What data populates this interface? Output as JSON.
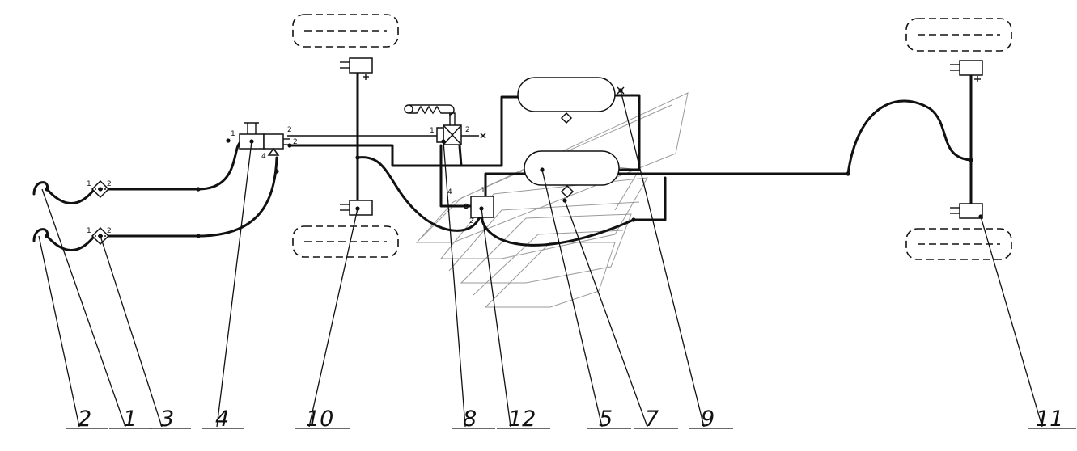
{
  "callouts": [
    "2",
    "1",
    "3",
    "4",
    "10",
    "8",
    "12",
    "5",
    "7",
    "9",
    "11"
  ],
  "port_labels": {
    "filter_top": [
      "1",
      "2"
    ],
    "filter_bottom": [
      "1",
      "2"
    ],
    "valve4": [
      "1",
      "2",
      "2",
      "4"
    ],
    "valve8": [
      "1",
      "2",
      "4"
    ],
    "valve12": [
      "1",
      "2"
    ]
  }
}
